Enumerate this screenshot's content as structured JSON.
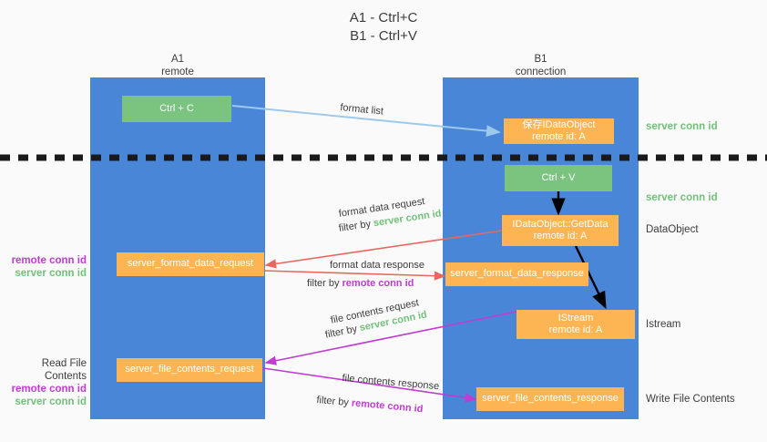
{
  "title": "A1 - Ctrl+C\nB1 - Ctrl+V",
  "columns": [
    {
      "header": "A1\nremote"
    },
    {
      "header": "B1\nconnection"
    }
  ],
  "nodes": {
    "ctrl_c": "Ctrl + C",
    "save_idataobject": "保存IDataObject\nremote id: A",
    "ctrl_v": "Ctrl + V",
    "getdata": "IDataObject::GetData\nremote id: A",
    "server_format_data_request": "server_format_data_request",
    "server_format_data_response": "server_format_data_response",
    "istream": "IStream\nremote id: A",
    "server_file_contents_request": "server_file_contents_request",
    "server_file_contents_response": "server_file_contents_response"
  },
  "right_labels": {
    "server_conn_id_1": "server conn id",
    "server_conn_id_2": "server conn id",
    "dataobject": "DataObject",
    "istream": "Istream",
    "write_file_contents": "Write File Contents"
  },
  "left_labels": {
    "format_remote": "remote conn id",
    "format_server": "server conn id",
    "read_file_contents": "Read File Contents",
    "file_remote": "remote conn id",
    "file_server": "server conn id"
  },
  "edges": {
    "format_list": "format list",
    "format_data_request": "format data request",
    "format_data_request_filter_prefix": "filter by ",
    "format_data_request_filter_value": "server conn id",
    "format_data_response": "format data response",
    "format_data_response_filter_prefix": "filter by ",
    "format_data_response_filter_value": "remote conn id",
    "file_contents_request": "file contents request",
    "file_contents_request_filter_prefix": "filter by ",
    "file_contents_request_filter_value": "server conn id",
    "file_contents_response": "file contents response",
    "file_contents_response_filter_prefix": "filter by ",
    "file_contents_response_filter_value": "remote conn id"
  },
  "colors": {
    "panel": "#4a86d8",
    "green_node": "#7ac47f",
    "orange_node": "#fcb552",
    "light_blue_arrow": "#9cc9ec",
    "red_arrow": "#e8685f",
    "purple_arrow": "#c03cd2",
    "black_arrow": "#000000",
    "green_text": "#72c07a",
    "purple_text": "#c03cd2",
    "background": "#fafafa"
  }
}
